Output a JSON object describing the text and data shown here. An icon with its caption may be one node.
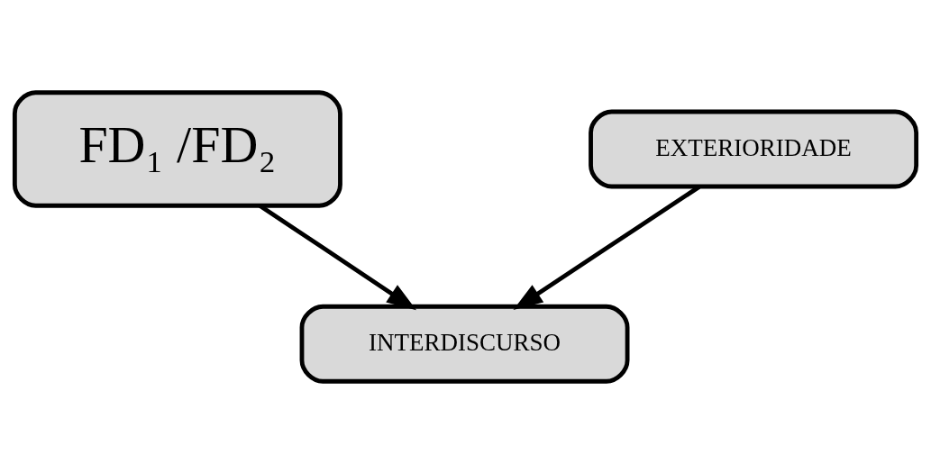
{
  "diagram": {
    "nodes": [
      {
        "text": [
          "FD₁ /FD₂"
        ]
      },
      {
        "text": [
          "EXTERIORIDADE"
        ]
      },
      {
        "text": [
          "INTERDISCURSO"
        ]
      }
    ],
    "edges": [
      {
        "from": 0,
        "to": 2,
        "arrow": "to"
      },
      {
        "from": 1,
        "to": 2,
        "arrow": "to"
      }
    ]
  }
}
